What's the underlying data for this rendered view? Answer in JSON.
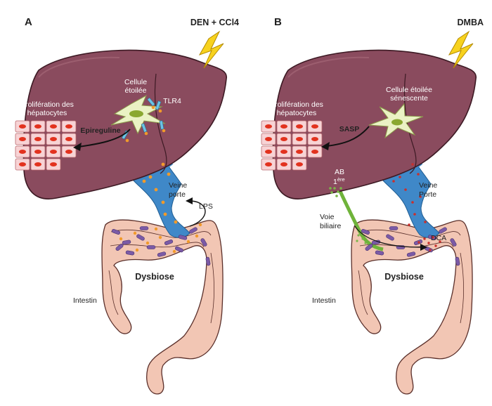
{
  "colors": {
    "liver": "#8a4b5e",
    "liver_stroke": "#3d1a24",
    "liver_shadow": "#6d3447",
    "vein": "#3f88c8",
    "intestine": "#f2c6b4",
    "intestine_stroke": "#5a2f2a",
    "hepatocyte": "#f7d3d5",
    "nucleus": "#e2321e",
    "stellate": "#eaf2c4",
    "stellate_nucleus": "#8aa830",
    "bacteria": "#7b5aa6",
    "dots_orange": "#f19a2a",
    "dots_red": "#c9302c",
    "bile": "#6fb33a",
    "bile_dots": "#7ab648",
    "bolt": "#f7d21e",
    "bolt_stroke": "#b38a00"
  },
  "panel_a": {
    "letter": "A",
    "trigger": "DEN + CCl4",
    "prolif": [
      "Prolifération des",
      "hépatocytes"
    ],
    "cell": [
      "Cellule",
      "étoilée"
    ],
    "tlr4": "TLR4",
    "factor": "Epireguline",
    "vein": [
      "Veine",
      "porte"
    ],
    "lps": "LPS",
    "dysbiose": "Dysbiose",
    "intestin": "Intestin"
  },
  "panel_b": {
    "letter": "B",
    "trigger": "DMBA",
    "prolif": [
      "Prolifération des",
      "hépatocytes"
    ],
    "cell": [
      "Cellule étoilée",
      "sénescente"
    ],
    "factor": "SASP",
    "ab": "AB",
    "first": "1",
    "first_sup": "ère",
    "vein": [
      "Veine",
      "Porte"
    ],
    "bile": [
      "Voie",
      "biliaire"
    ],
    "dca": "DCA",
    "dysbiose": "Dysbiose",
    "intestin": "Intestin"
  }
}
